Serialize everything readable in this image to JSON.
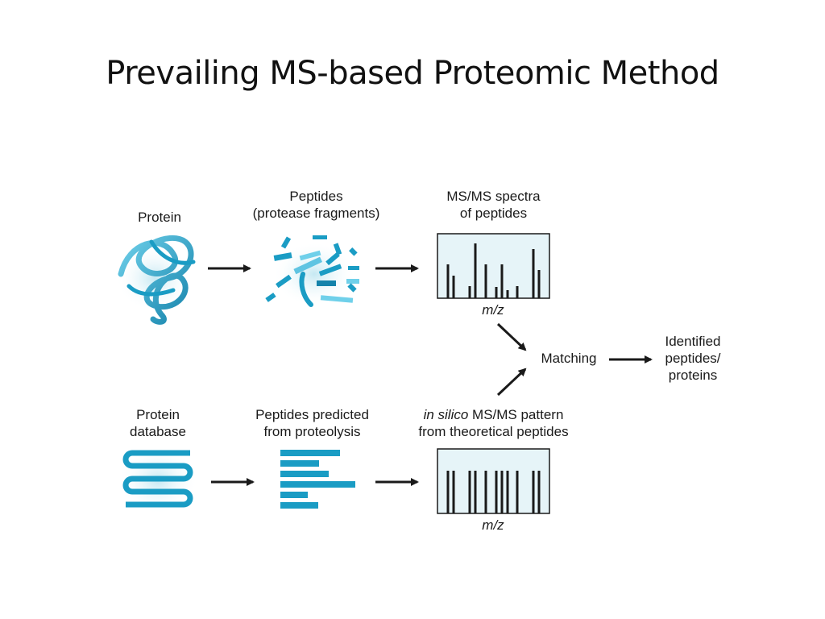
{
  "slide": {
    "title": "Prevailing MS-based Proteomic Method"
  },
  "diagram": {
    "accent_color": "#1a9cc4",
    "spectrum_fill": "#e6f4f8",
    "top_row": {
      "protein_label": "Protein",
      "peptides_label_line1": "Peptides",
      "peptides_label_line2": "(protease fragments)",
      "spectra_label_line1": "MS/MS spectra",
      "spectra_label_line2": "of peptides",
      "axis_label": "m/z"
    },
    "bottom_row": {
      "database_label_line1": "Protein",
      "database_label_line2": "database",
      "predicted_label_line1": "Peptides predicted",
      "predicted_label_line2": "from proteolysis",
      "pattern_label_italic": "in silico",
      "pattern_label_rest": " MS/MS pattern",
      "pattern_label_line2": "from theoretical peptides",
      "axis_label": "m/z"
    },
    "matching_label": "Matching",
    "result_label_line1": "Identified",
    "result_label_line2": "peptides/",
    "result_label_line3": "proteins"
  }
}
